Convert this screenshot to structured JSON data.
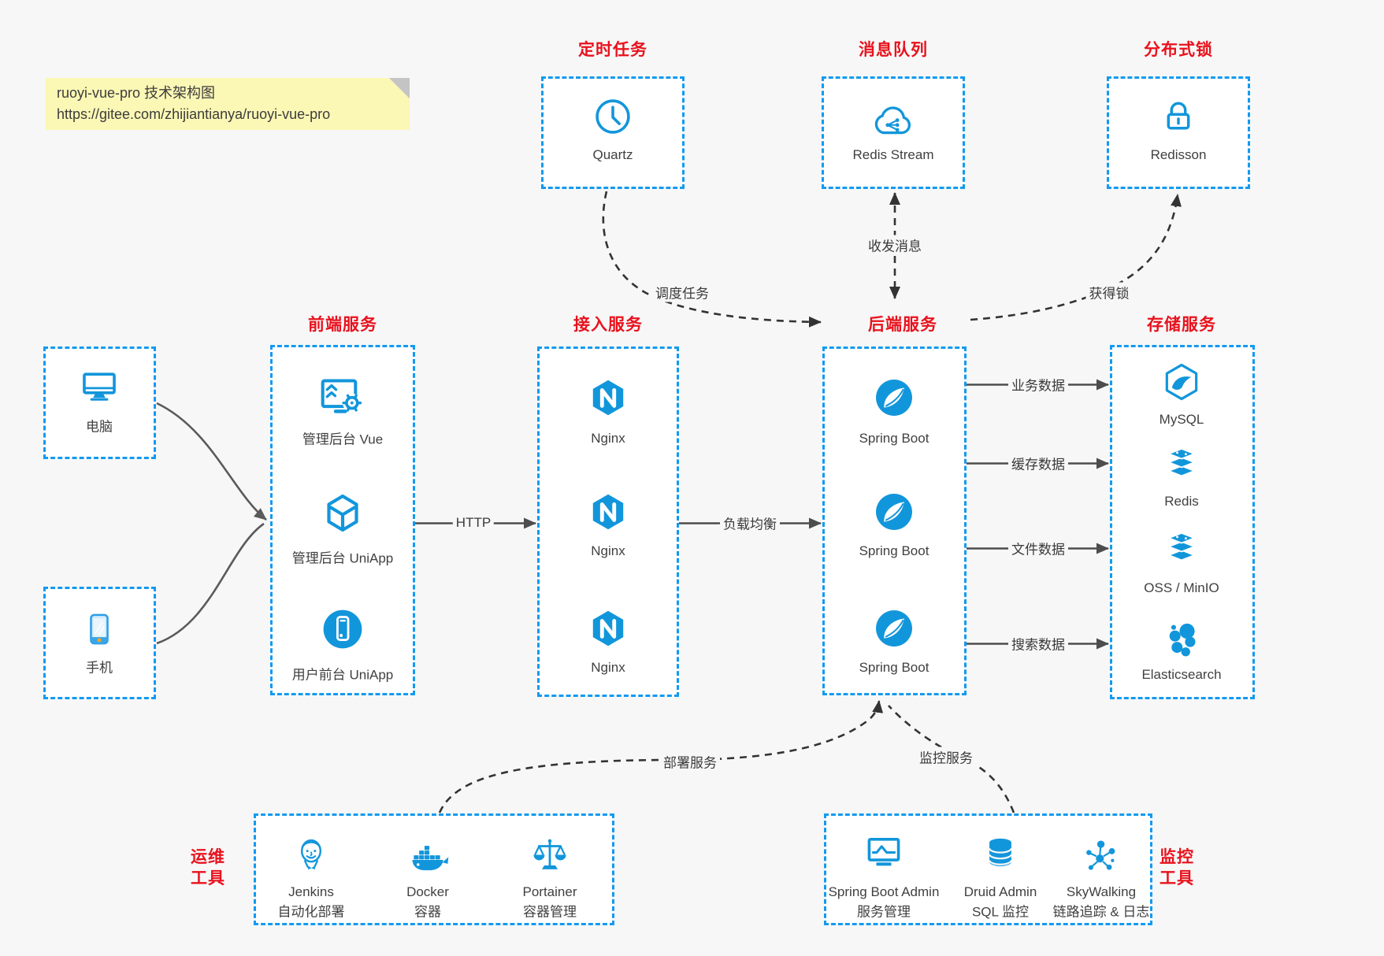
{
  "note": {
    "line1": "ruoyi-vue-pro 技术架构图",
    "line2": "https://gitee.com/zhijiantianya/ruoyi-vue-pro"
  },
  "colors": {
    "accent_blue": "#1296db",
    "box_border_blue": "#129af0",
    "title_red": "#e8121d",
    "arrow_gray": "#4d4d4d",
    "dashed_arrow_dark": "#333333",
    "note_yellow": "#fbf7b5",
    "background": "#f7f7f7",
    "phone_accent_orange": "#f5a623"
  },
  "top_groups": [
    {
      "title": "定时任务",
      "item": {
        "label": "Quartz",
        "icon": "clock-icon"
      }
    },
    {
      "title": "消息队列",
      "item": {
        "label": "Redis Stream",
        "icon": "cloud-stream-icon"
      }
    },
    {
      "title": "分布式锁",
      "item": {
        "label": "Redisson",
        "icon": "lock-icon"
      }
    }
  ],
  "clients": [
    {
      "label": "电脑",
      "icon": "desktop-icon"
    },
    {
      "label": "手机",
      "icon": "smartphone-icon"
    }
  ],
  "columns": {
    "frontend": {
      "title": "前端服务",
      "items": [
        {
          "label": "管理后台 Vue",
          "icon": "admin-vue-icon"
        },
        {
          "label": "管理后台 UniApp",
          "icon": "uniapp-cube-icon"
        },
        {
          "label": "用户前台 UniApp",
          "icon": "phone-circle-icon"
        }
      ]
    },
    "access": {
      "title": "接入服务",
      "items": [
        {
          "label": "Nginx",
          "icon": "nginx-icon"
        },
        {
          "label": "Nginx",
          "icon": "nginx-icon"
        },
        {
          "label": "Nginx",
          "icon": "nginx-icon"
        }
      ]
    },
    "backend": {
      "title": "后端服务",
      "items": [
        {
          "label": "Spring Boot",
          "icon": "spring-icon"
        },
        {
          "label": "Spring Boot",
          "icon": "spring-icon"
        },
        {
          "label": "Spring Boot",
          "icon": "spring-icon"
        }
      ]
    },
    "storage": {
      "title": "存储服务",
      "items": [
        {
          "label": "MySQL",
          "icon": "mysql-icon"
        },
        {
          "label": "Redis",
          "icon": "redis-stack-icon"
        },
        {
          "label": "OSS / MinIO",
          "icon": "redis-stack-icon"
        },
        {
          "label": "Elasticsearch",
          "icon": "elasticsearch-icon"
        }
      ]
    }
  },
  "bottom_groups": {
    "ops": {
      "title_line1": "运维",
      "title_line2": "工具",
      "items": [
        {
          "label": "Jenkins",
          "sublabel": "自动化部署",
          "icon": "jenkins-icon"
        },
        {
          "label": "Docker",
          "sublabel": "容器",
          "icon": "docker-icon"
        },
        {
          "label": "Portainer",
          "sublabel": "容器管理",
          "icon": "portainer-icon"
        }
      ]
    },
    "monitor": {
      "title_line1": "监控",
      "title_line2": "工具",
      "items": [
        {
          "label": "Spring Boot Admin",
          "sublabel": "服务管理",
          "icon": "boot-admin-icon"
        },
        {
          "label": "Druid Admin",
          "sublabel": "SQL 监控",
          "icon": "druid-icon"
        },
        {
          "label": "SkyWalking",
          "sublabel": "链路追踪 & 日志",
          "icon": "skywalking-icon"
        }
      ]
    }
  },
  "edges": {
    "http": "HTTP",
    "load_balance": "负载均衡",
    "business_data": "业务数据",
    "cache_data": "缓存数据",
    "file_data": "文件数据",
    "search_data": "搜索数据",
    "schedule": "调度任务",
    "messages": "收发消息",
    "lock": "获得锁",
    "deploy": "部署服务",
    "monitor": "监控服务"
  }
}
